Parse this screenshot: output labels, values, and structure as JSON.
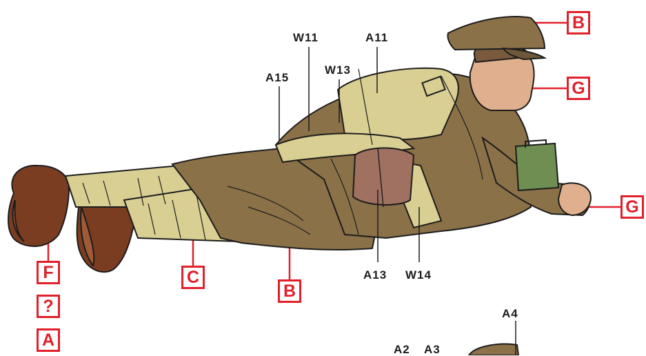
{
  "part_labels": {
    "w11": "W11",
    "a11": "A11",
    "a15": "A15",
    "w13": "W13",
    "a13": "A13",
    "w14": "W14",
    "a4": "A4",
    "a2": "A2",
    "a3": "A3"
  },
  "color_labels": {
    "b_top": "B",
    "g_face": "G",
    "g_hand": "G",
    "f": "F",
    "q": "?",
    "a": "A",
    "c": "C",
    "b_leg": "B"
  },
  "colors": {
    "callout": "#e1202b",
    "uniform": "#8a7148",
    "webbing": "#d9cf93",
    "boots": "#7a3d22",
    "skin": "#e0b08e",
    "box_green": "#6f8f52",
    "pouch": "#a07060"
  }
}
